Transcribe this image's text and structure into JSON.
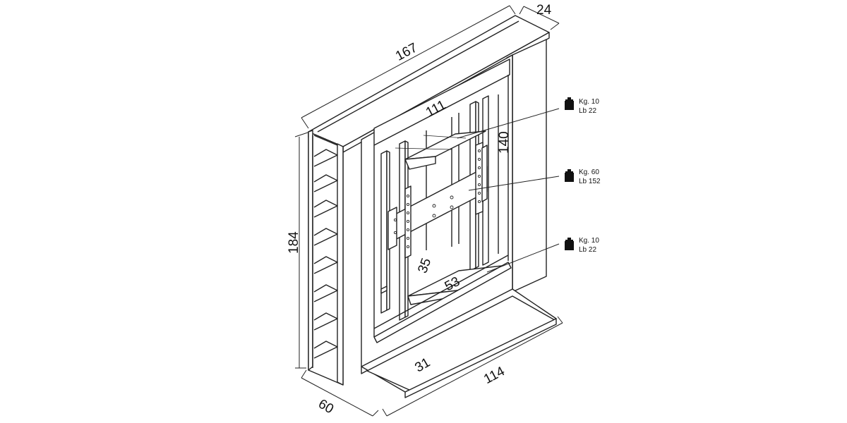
{
  "dimensions": {
    "width_total": "167",
    "depth_top": "24",
    "height_total": "184",
    "depth_base": "60",
    "panel_width": "111",
    "panel_height": "140",
    "shelf_height": "35",
    "shelf_width": "53",
    "plinth_depth": "31",
    "plinth_width": "114"
  },
  "loads": [
    {
      "kg": "Kg. 10",
      "lb": "Lb  22"
    },
    {
      "kg": "Kg. 60",
      "lb": "Lb  152"
    },
    {
      "kg": "Kg. 10",
      "lb": "Lb  22"
    }
  ],
  "icons": {
    "weight": "weight-icon"
  },
  "colors": {
    "line": "#222222",
    "background": "#ffffff"
  }
}
